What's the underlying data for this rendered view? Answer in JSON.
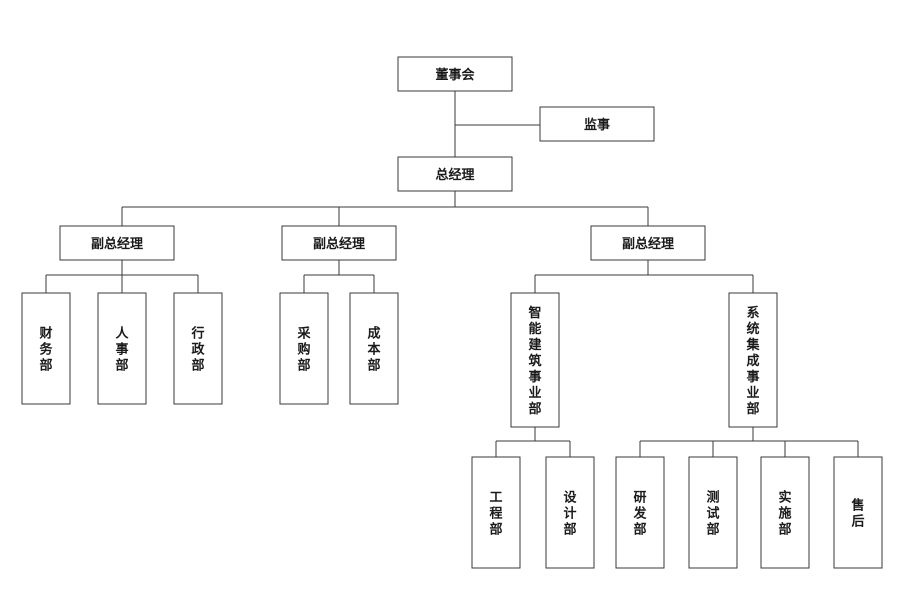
{
  "org_chart": {
    "board": "董事会",
    "supervisor": "监事",
    "general_manager": "总经理",
    "deputy_1": {
      "label": "副总经理",
      "depts": [
        "财务部",
        "人事部",
        "行政部"
      ]
    },
    "deputy_2": {
      "label": "副总经理",
      "depts": [
        "采购部",
        "成本部"
      ]
    },
    "deputy_3": {
      "label": "副总经理",
      "smart_building": {
        "label": "智能建筑事业部",
        "depts": [
          "工程部",
          "设计部"
        ]
      },
      "system_integration": {
        "label": "系统集成事业部",
        "depts": [
          "研发部",
          "测试部",
          "实施部",
          "售后"
        ]
      }
    }
  }
}
